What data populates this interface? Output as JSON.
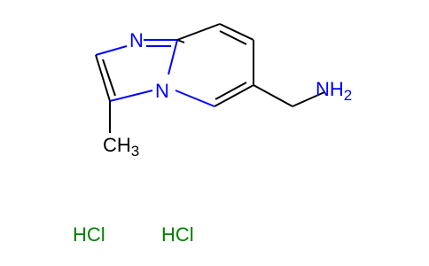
{
  "molecule": {
    "amine_label_main": "NH",
    "amine_label_sub": "2",
    "bridge_n_label": "N",
    "imine_n_label": "N",
    "methyl_label_main": "CH",
    "methyl_label_sub": "3"
  },
  "salts": [
    "HCl",
    "HCl"
  ],
  "colors": {
    "nitrogen": "#0000ff",
    "chlorine": "#008000",
    "bond": "#000000"
  }
}
